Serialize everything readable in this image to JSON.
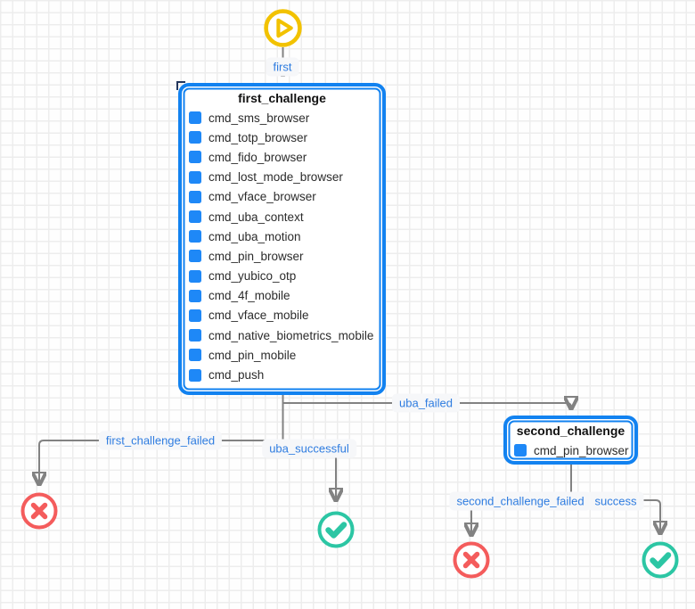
{
  "colors": {
    "blue": "#1282f0",
    "square": "#1e88f7",
    "edge": "#828282",
    "label_text": "#2e7ce0",
    "label_bg": "#f6f7f9",
    "yellow": "#f2c200",
    "red": "#f45c5c",
    "teal": "#2cc6a4",
    "text": "#2b2b2b"
  },
  "start_node": {
    "icon": "play-icon"
  },
  "nodes": {
    "first_challenge": {
      "title": "first_challenge",
      "items": [
        "cmd_sms_browser",
        "cmd_totp_browser",
        "cmd_fido_browser",
        "cmd_lost_mode_browser",
        "cmd_vface_browser",
        "cmd_uba_context",
        "cmd_uba_motion",
        "cmd_pin_browser",
        "cmd_yubico_otp",
        "cmd_4f_mobile",
        "cmd_vface_mobile",
        "cmd_native_biometrics_mobile",
        "cmd_pin_mobile",
        "cmd_push"
      ]
    },
    "second_challenge": {
      "title": "second_challenge",
      "items": [
        "cmd_pin_browser"
      ]
    }
  },
  "edges": {
    "first": {
      "label": "first"
    },
    "uba_failed": {
      "label": "uba_failed"
    },
    "first_challenge_failed": {
      "label": "first_challenge_failed"
    },
    "uba_successful": {
      "label": "uba_successful"
    },
    "second_challenge_failed": {
      "label": "second_challenge_failed"
    },
    "success": {
      "label": "success"
    }
  },
  "terminals": {
    "fail_1": "failure-terminal",
    "success_1": "success-terminal",
    "fail_2": "failure-terminal",
    "success_2": "success-terminal"
  }
}
